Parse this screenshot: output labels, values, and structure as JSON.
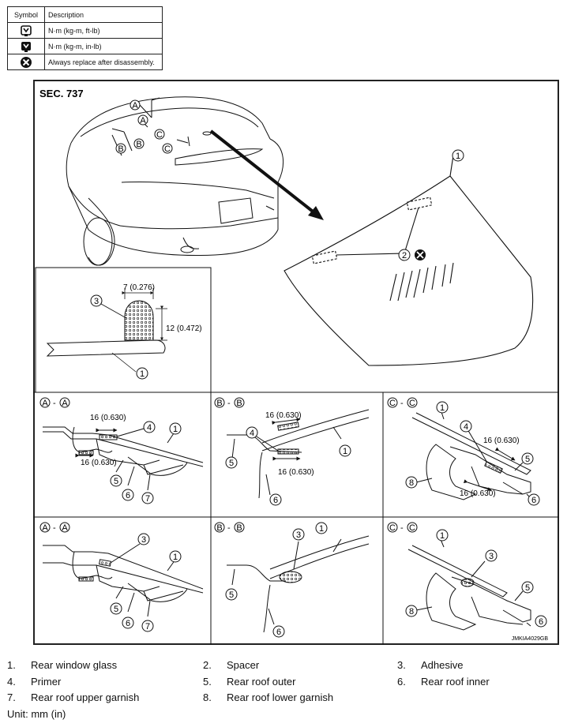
{
  "symbol_table": {
    "header_symbol": "Symbol",
    "header_description": "Description",
    "rows": [
      {
        "icon": "torque-wrench-ftlb-icon",
        "description": "N·m (kg-m, ft-lb)"
      },
      {
        "icon": "torque-wrench-inlb-icon",
        "description": "N·m (kg-m, in-lb)"
      },
      {
        "icon": "replace-part-icon",
        "description": "Always replace after disassembly."
      }
    ]
  },
  "diagram": {
    "section": "SEC. 737",
    "figure_code": "JMKIA4029GB",
    "car_callouts": [
      "A",
      "A",
      "B",
      "B",
      "C",
      "C"
    ],
    "glass_callouts": [
      "1",
      "2"
    ],
    "detail_section": {
      "width_dim": "7 (0.276)",
      "height_dim": "12 (0.472)",
      "callouts": [
        "3",
        "1"
      ]
    },
    "views": {
      "aa": "A",
      "bb": "B",
      "cc": "C"
    },
    "upper_row": {
      "aa": {
        "dim1": "16 (0.630)",
        "dim2": "16 (0.630)",
        "callouts": [
          "4",
          "1",
          "5",
          "6",
          "7"
        ]
      },
      "bb": {
        "dim1": "16 (0.630)",
        "dim2": "16 (0.630)",
        "callouts": [
          "4",
          "1",
          "5",
          "6"
        ]
      },
      "cc": {
        "dim1": "16 (0.630)",
        "dim2": "16 (0.630)",
        "callouts": [
          "1",
          "4",
          "5",
          "8",
          "6"
        ]
      }
    },
    "lower_row": {
      "aa": {
        "callouts": [
          "3",
          "1",
          "5",
          "6",
          "7"
        ]
      },
      "bb": {
        "callouts": [
          "3",
          "1",
          "5",
          "6"
        ]
      },
      "cc": {
        "callouts": [
          "1",
          "3",
          "5",
          "8",
          "6"
        ]
      }
    }
  },
  "parts": [
    {
      "num": "1.",
      "name": "Rear window glass"
    },
    {
      "num": "2.",
      "name": "Spacer"
    },
    {
      "num": "3.",
      "name": "Adhesive"
    },
    {
      "num": "4.",
      "name": "Primer"
    },
    {
      "num": "5.",
      "name": "Rear roof outer"
    },
    {
      "num": "6.",
      "name": "Rear roof inner"
    },
    {
      "num": "7.",
      "name": "Rear roof upper garnish"
    },
    {
      "num": "8.",
      "name": "Rear roof lower garnish"
    }
  ],
  "unit_note": "Unit: mm (in)"
}
